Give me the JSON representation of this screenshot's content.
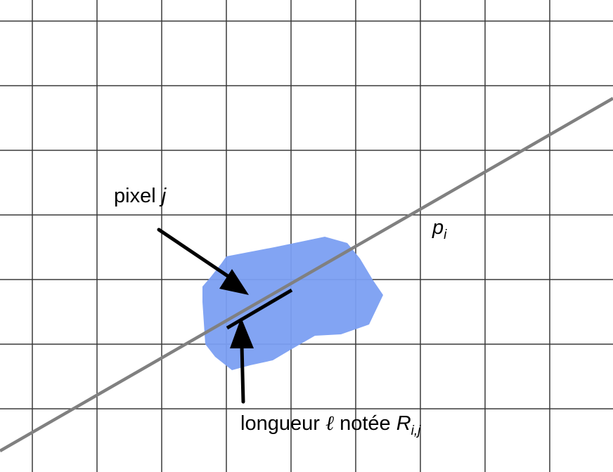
{
  "diagram": {
    "pixel_label": {
      "text": "pixel ",
      "symbol": "j"
    },
    "ray_label": {
      "symbol": "p",
      "subscript": "i"
    },
    "length_label": {
      "text_before": "longueur ",
      "ell": "ℓ",
      "text_middle": " notée ",
      "symbol": "R",
      "subscript": "i,j"
    },
    "colors": {
      "grid": "#3a3a3a",
      "ray": "#808080",
      "blob": "#7b9ff2",
      "segment": "#000000",
      "arrow": "#000000"
    }
  }
}
